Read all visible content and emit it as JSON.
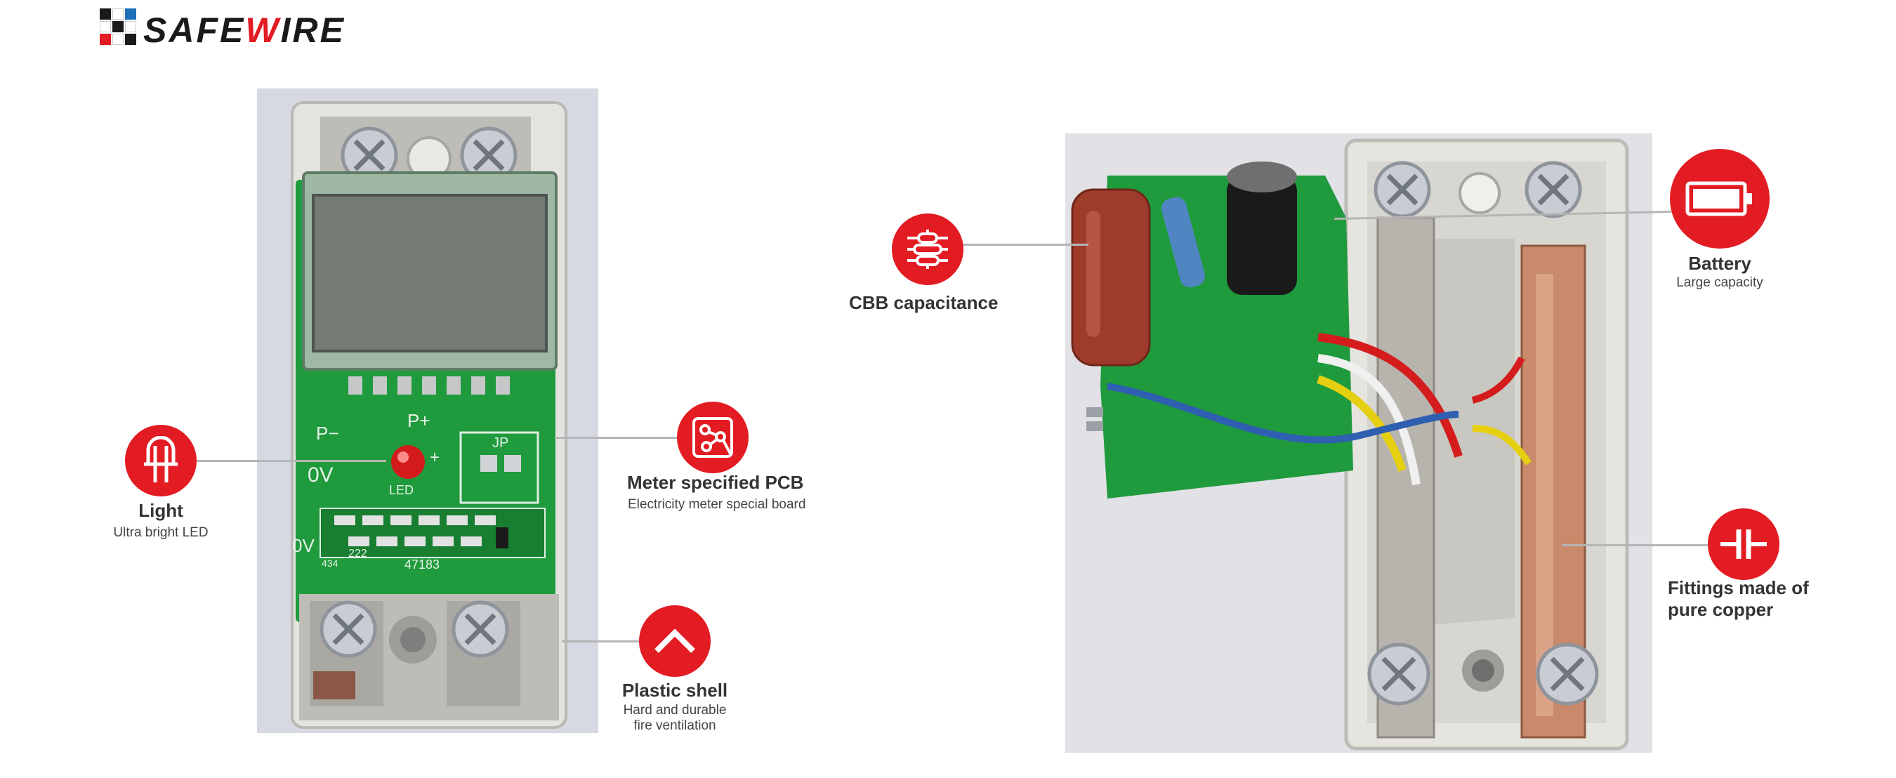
{
  "brand": {
    "name_part1": "SAFE",
    "name_part2": "W",
    "name_part3": "IRE"
  },
  "colors": {
    "accent": "#e31b23",
    "pcb_green": "#1f9a3c",
    "text": "#333333",
    "line": "#b5b5b5"
  },
  "callouts": {
    "light": {
      "title": "Light",
      "subtitle": "Ultra bright LED",
      "icon": "led-bulb-icon"
    },
    "pcb": {
      "title": "Meter specified PCB",
      "subtitle": "Electricity meter special board",
      "icon": "circuit-nodes-icon"
    },
    "shell": {
      "title": "Plastic shell",
      "subtitle_line1": "Hard and durable",
      "subtitle_line2": "fire ventilation",
      "icon": "chevron-up-icon"
    },
    "cbb": {
      "title": "CBB capacitance",
      "icon": "sliders-icon"
    },
    "battery": {
      "title": "Battery",
      "subtitle": "Large capacity",
      "icon": "battery-icon"
    },
    "copper": {
      "title_line1": "Fittings made of",
      "title_line2": "pure copper",
      "icon": "capacitor-icon"
    }
  },
  "pcb_silkscreen": {
    "p_minus": "P−",
    "p_plus": "P+",
    "zero_v": "0V",
    "zero_v2": "0V",
    "led": "LED",
    "jp": "JP",
    "plus": "+",
    "code1": "222",
    "code2": "47183",
    "code3": "434"
  }
}
